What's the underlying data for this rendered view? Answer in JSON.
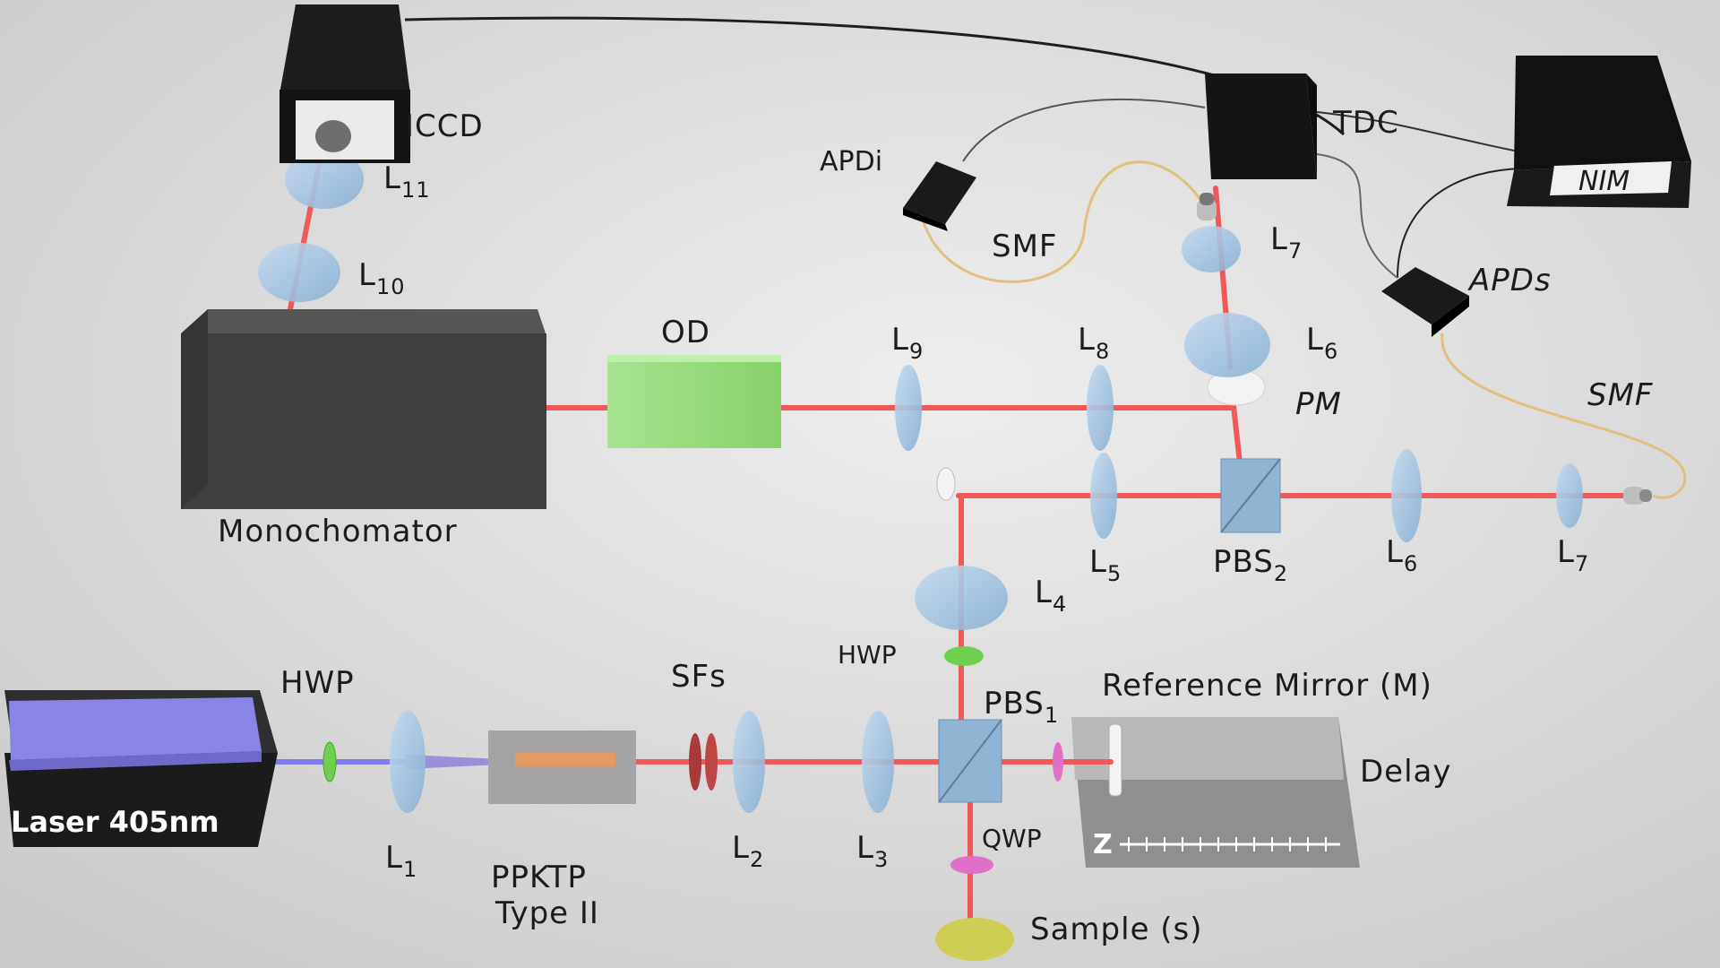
{
  "colors": {
    "background": "#d9d9d9",
    "beam_red": "#ee5a5a",
    "beam_blue": "#7d7df0",
    "lens": "#9fc0df",
    "filter_green": "#92d97c",
    "hwp_green": "#6fd04e",
    "qwp_pink": "#e070c8",
    "sample_yellow": "#cfcf55",
    "black_box": "#151515",
    "monochromator": "#3f3f3f",
    "fiber": "#e0c07a"
  },
  "labels": {
    "laser": "Laser 405nm",
    "hwp_laser": "HWP",
    "l1": "L",
    "l1_sub": "1",
    "ppktp_line1": "PPKTP",
    "ppktp_line2": "Type II",
    "sfs": "SFs",
    "l2": "L",
    "l2_sub": "2",
    "l3": "L",
    "l3_sub": "3",
    "pbs1": "PBS",
    "pbs1_sub": "1",
    "qwp": "QWP",
    "sample": "Sample (s)",
    "reference_mirror": "Reference Mirror (M)",
    "delay": "Delay",
    "z_axis": "Z",
    "hwp_vertical": "HWP",
    "l4": "L",
    "l4_sub": "4",
    "l5": "L",
    "l5_sub": "5",
    "pbs2": "PBS",
    "pbs2_sub": "2",
    "l6_horizontal": "L",
    "l6_horizontal_sub": "6",
    "l7_horizontal": "L",
    "l7_horizontal_sub": "7",
    "smf_right": "SMF",
    "apds": "APDs",
    "nim": "NIM",
    "tdc": "TDC",
    "pm": "PM",
    "l6_vertical": "L",
    "l6_vertical_sub": "6",
    "l7_vertical": "L",
    "l7_vertical_sub": "7",
    "smf_top": "SMF",
    "apdi": "APDi",
    "l8": "L",
    "l8_sub": "8",
    "l9": "L",
    "l9_sub": "9",
    "od": "OD",
    "monochromator": "Monochomator",
    "l10": "L",
    "l10_sub": "10",
    "l11": "L",
    "l11_sub": "11",
    "iccd": "ICCD"
  }
}
